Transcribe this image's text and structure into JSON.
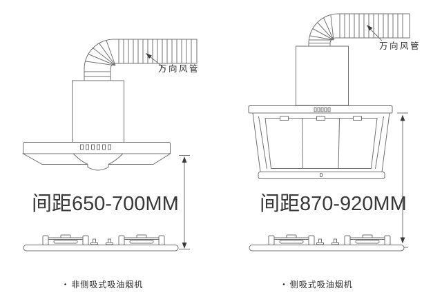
{
  "colors": {
    "background": "#ffffff",
    "line": "#707070",
    "arrow_fill": "#3a3a3a",
    "text_primary": "#383838",
    "text_secondary": "#2b2b2b"
  },
  "left_diagram": {
    "duct_label": "万向风管",
    "spacing_label": "间距650-700MM",
    "caption_bullet": "•",
    "caption": "非侧吸式吸油烟机"
  },
  "right_diagram": {
    "duct_label": "万向风管",
    "spacing_label": "间距870-920MM",
    "caption_bullet": "•",
    "caption": "侧吸式吸油烟机"
  }
}
